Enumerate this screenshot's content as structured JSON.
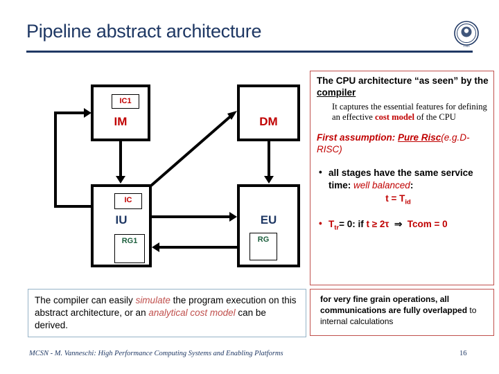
{
  "slide": {
    "title": "Pipeline abstract architecture",
    "logo_name": "university-of-pisa-seal"
  },
  "diagram": {
    "boxes": [
      {
        "id": "im",
        "label": "IM",
        "sub_label": "IC1"
      },
      {
        "id": "dm",
        "label": "DM",
        "sub_label": ""
      },
      {
        "id": "iu",
        "label": "IU",
        "sub_label": "IC",
        "sub_label2": "RG1"
      },
      {
        "id": "eu",
        "label": "EU",
        "sub_label": "RG"
      }
    ],
    "colors": {
      "memory_label": "#c00000",
      "unit_label": "#1f3864",
      "register_label": "#1b5e3c",
      "edge": "#000000"
    },
    "edges": [
      {
        "from": "IM",
        "to": "IU",
        "type": "vertical-down"
      },
      {
        "from": "IU",
        "to": "IM",
        "type": "feedback-left-loop"
      },
      {
        "from": "IU",
        "to": "DM",
        "type": "diagonal-up-right"
      },
      {
        "from": "DM",
        "to": "EU",
        "type": "vertical-down"
      },
      {
        "from": "IU",
        "to": "EU",
        "type": "horizontal-right"
      },
      {
        "from": "EU",
        "to": "IU",
        "type": "horizontal-left"
      }
    ]
  },
  "right_panel": {
    "heading_part1": "The CPU architecture “as seen” by the ",
    "heading_underlined": "compiler",
    "detail_pre": "It captures the essential features for defining an effective ",
    "detail_bold": "cost model",
    "detail_post": " of the CPU",
    "assumption_label": "First assumption: ",
    "assumption_bold": "Pure Risc",
    "assumption_tail": "(e.g.D-RISC)",
    "bullet1_pre": "all stages have the same service time: ",
    "bullet1_italic": "well balanced",
    "bullet1_post": ":",
    "equation1_lhs": "t = T",
    "equation1_sub": "id",
    "bullet2_a": "T",
    "bullet2_a_sub": "tr",
    "bullet2_b": "= 0: if ",
    "bullet2_c": "t ≥ 2τ",
    "bullet2_arrow": "⇒",
    "bullet2_d": "Tcom = 0"
  },
  "bottom_left": {
    "text_pre": "The compiler can easily ",
    "text_italic1": "simulate",
    "text_mid": " the program execution on this abstract architecture, or an ",
    "text_italic2": "analytical cost model",
    "text_post": " can be derived."
  },
  "bottom_right": {
    "line_bold": "for very fine grain operations, all communications are fully overlapped",
    "line_norm": " to internal calculations"
  },
  "footer": {
    "text": "MCSN -   M. Vanneschi: High Performance Computing Systems and Enabling Platforms",
    "page": "16"
  }
}
